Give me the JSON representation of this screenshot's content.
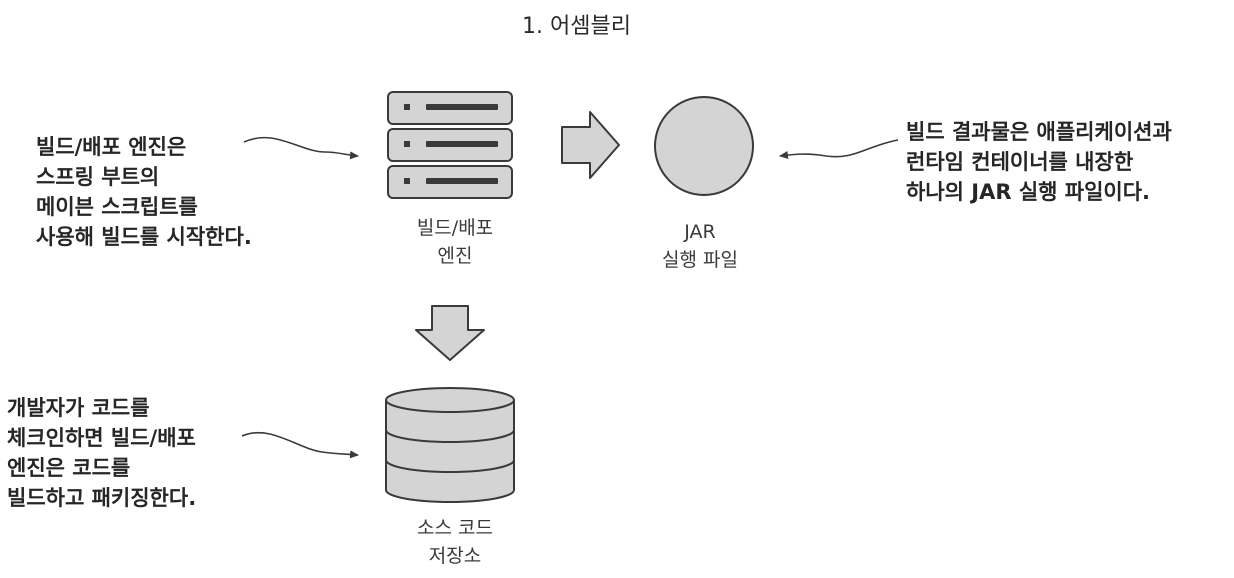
{
  "diagram": {
    "title": "1. 어셈블리",
    "nodes": {
      "build_engine": {
        "label": "빌드/배포\n엔진"
      },
      "jar_file": {
        "label": "JAR\n실행 파일"
      },
      "source_repo": {
        "label": "소스 코드\n저장소"
      }
    },
    "annotations": {
      "build_start": "빌드/배포 엔진은\n스프링 부트의\n메이븐 스크립트를\n사용해 빌드를 시작한다.",
      "checkin": "개발자가 코드를\n체크인하면 빌드/배포\n엔진은 코드를\n빌드하고 패키징한다.",
      "jar_result": "빌드 결과물은 애플리케이션과\n런타임 컨테이너를 내장한\n하나의 JAR 실행 파일이다."
    },
    "colors": {
      "shape_fill": "#d4d4d4",
      "stroke": "#3a3a3a",
      "text": "#2a2a2a"
    }
  }
}
